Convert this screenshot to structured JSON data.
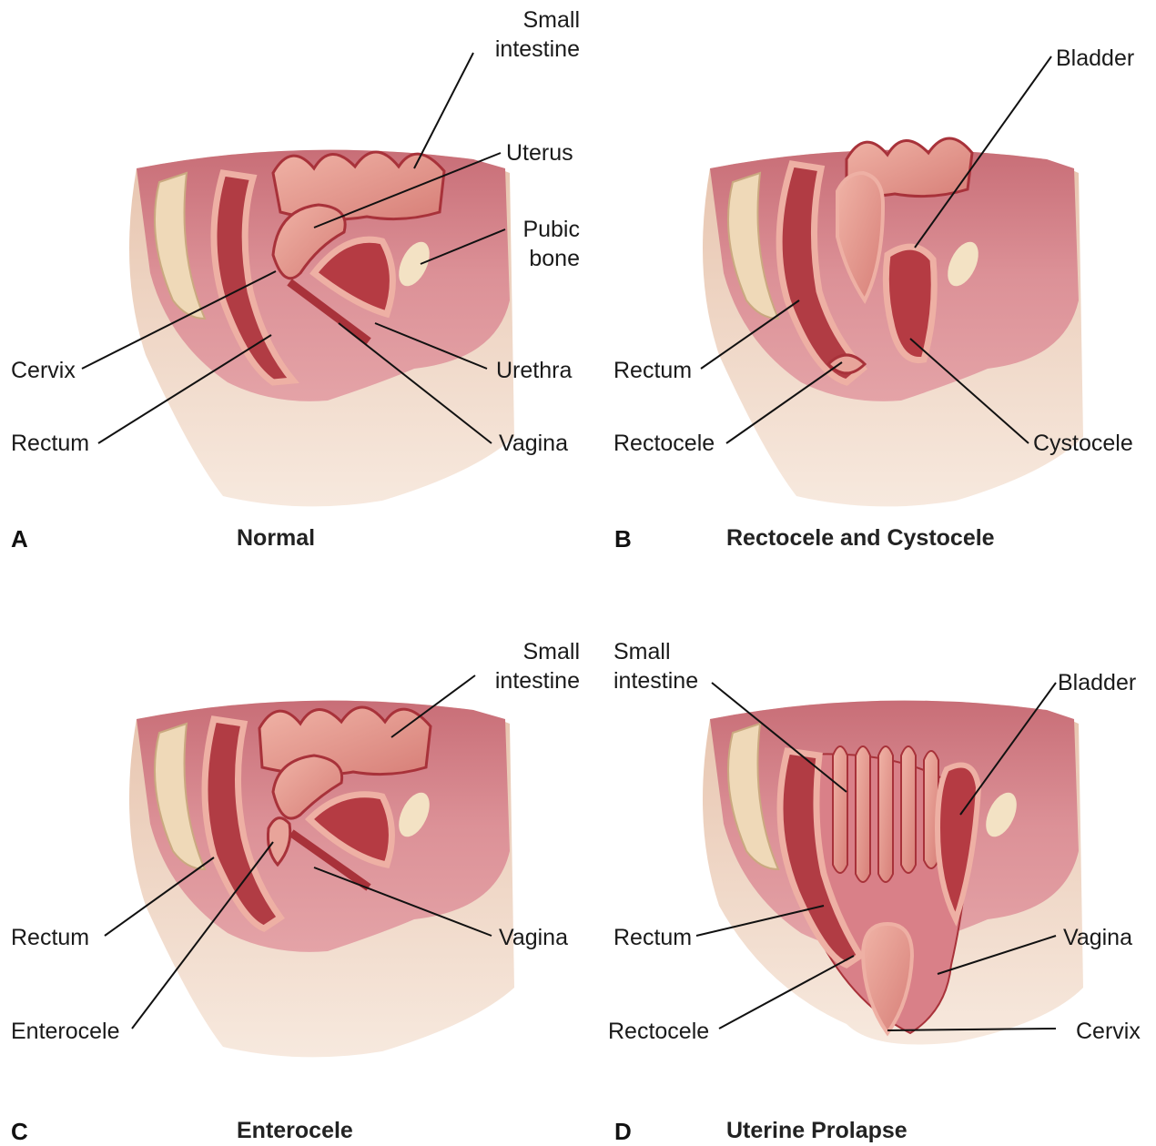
{
  "panels": [
    {
      "letter": "A",
      "caption": "Normal",
      "labels": {
        "small_intestine": [
          "Small",
          "intestine"
        ],
        "uterus": "Uterus",
        "pubic_bone": [
          "Pubic",
          "bone"
        ],
        "cervix": "Cervix",
        "urethra": "Urethra",
        "rectum": "Rectum",
        "vagina": "Vagina"
      }
    },
    {
      "letter": "B",
      "caption": "Rectocele and Cystocele",
      "labels": {
        "bladder": "Bladder",
        "rectum": "Rectum",
        "rectocele": "Rectocele",
        "cystocele": "Cystocele"
      }
    },
    {
      "letter": "C",
      "caption": "Enterocele",
      "labels": {
        "small_intestine": [
          "Small",
          "intestine"
        ],
        "rectum": "Rectum",
        "vagina": "Vagina",
        "enterocele": "Enterocele"
      }
    },
    {
      "letter": "D",
      "caption": "Uterine Prolapse",
      "labels": {
        "small_intestine": [
          "Small",
          "intestine"
        ],
        "bladder": "Bladder",
        "rectum": "Rectum",
        "vagina": "Vagina",
        "rectocele": "Rectocele",
        "cervix": "Cervix"
      }
    }
  ],
  "colors": {
    "cavity": "#d98a90",
    "cavity_dark": "#c46c74",
    "skin": "#f1d6c2",
    "organ": "#e8a49a",
    "organ_dark": "#a8323a",
    "bone": "#f3e2c4",
    "line": "#111111"
  }
}
